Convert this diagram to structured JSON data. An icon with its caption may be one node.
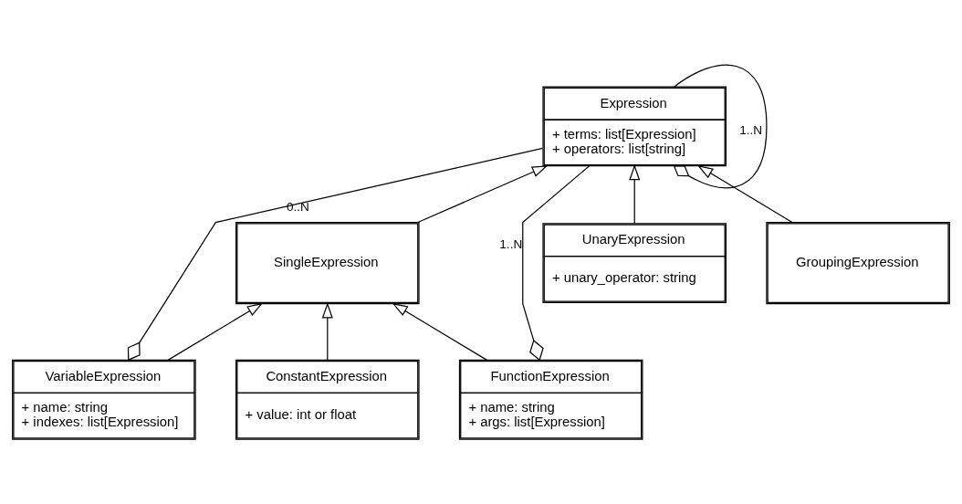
{
  "diagram": {
    "nodes": [
      {
        "text": [
          "Expression",
          "+ terms: list[Expression]",
          "+ operators: list[string]"
        ]
      },
      {
        "text": [
          "SingleExpression"
        ]
      },
      {
        "text": [
          "UnaryExpression",
          "+ unary_operator: string"
        ]
      },
      {
        "text": [
          "GroupingExpression"
        ]
      },
      {
        "text": [
          "VariableExpression",
          "+ name: string",
          "+ indexes: list[Expression]"
        ]
      },
      {
        "text": [
          "ConstantExpression",
          "+ value: int or float"
        ]
      },
      {
        "text": [
          "FunctionExpression",
          "+ name: string",
          "+ args: list[Expression]"
        ]
      }
    ],
    "edges": [
      {
        "from": 0,
        "to": 0,
        "arrow": "other",
        "label": "1..N"
      },
      {
        "from": 0,
        "to": 4,
        "arrow": "other",
        "label": "0..N"
      },
      {
        "from": 0,
        "to": 6,
        "arrow": "other",
        "label": "1..N"
      },
      {
        "from": 1,
        "to": 0,
        "arrow": "to"
      },
      {
        "from": 2,
        "to": 0,
        "arrow": "to"
      },
      {
        "from": 3,
        "to": 0,
        "arrow": "to"
      },
      {
        "from": 4,
        "to": 1,
        "arrow": "to"
      },
      {
        "from": 5,
        "to": 1,
        "arrow": "to"
      },
      {
        "from": 6,
        "to": 1,
        "arrow": "to"
      }
    ]
  }
}
